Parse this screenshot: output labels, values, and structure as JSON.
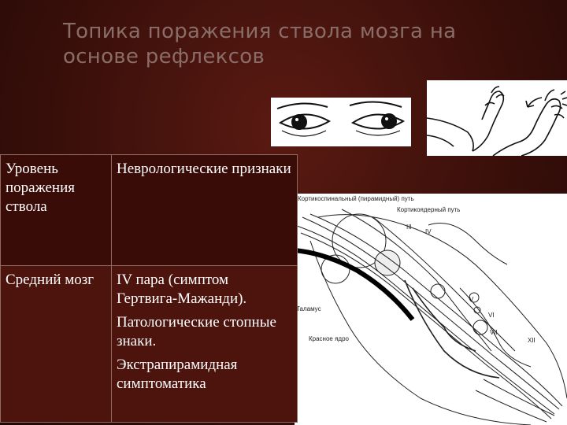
{
  "slide": {
    "title": "Топика поражения ствола мозга на основе рефлексов"
  },
  "table": {
    "headers": [
      "Уровень поражения ствола",
      "Неврологические признаки"
    ],
    "rows": [
      {
        "level": "Средний мозг",
        "signs": [
          "IV пара (симптом Гертвига-Мажанди).",
          "Патологические стопные знаки.",
          "Экстрапирамидная симптоматика"
        ]
      }
    ]
  },
  "diagram": {
    "labels": {
      "corticospinal": "Кортикоспинальный (пирамидный) путь",
      "corticonuclear": "Кортикоядерный путь",
      "thalamus": "Таламус",
      "red_nucleus": "Красное ядро",
      "nerve_III": "III",
      "nerve_IV": "IV",
      "nerve_V": "V",
      "nerve_VI": "VI",
      "nerve_VII": "VII",
      "nerve_XII": "XII"
    }
  },
  "colors": {
    "background": "#3a0f0a",
    "title": "#8a6d68",
    "table_border": "#8f6a62",
    "text": "#ffffff"
  }
}
